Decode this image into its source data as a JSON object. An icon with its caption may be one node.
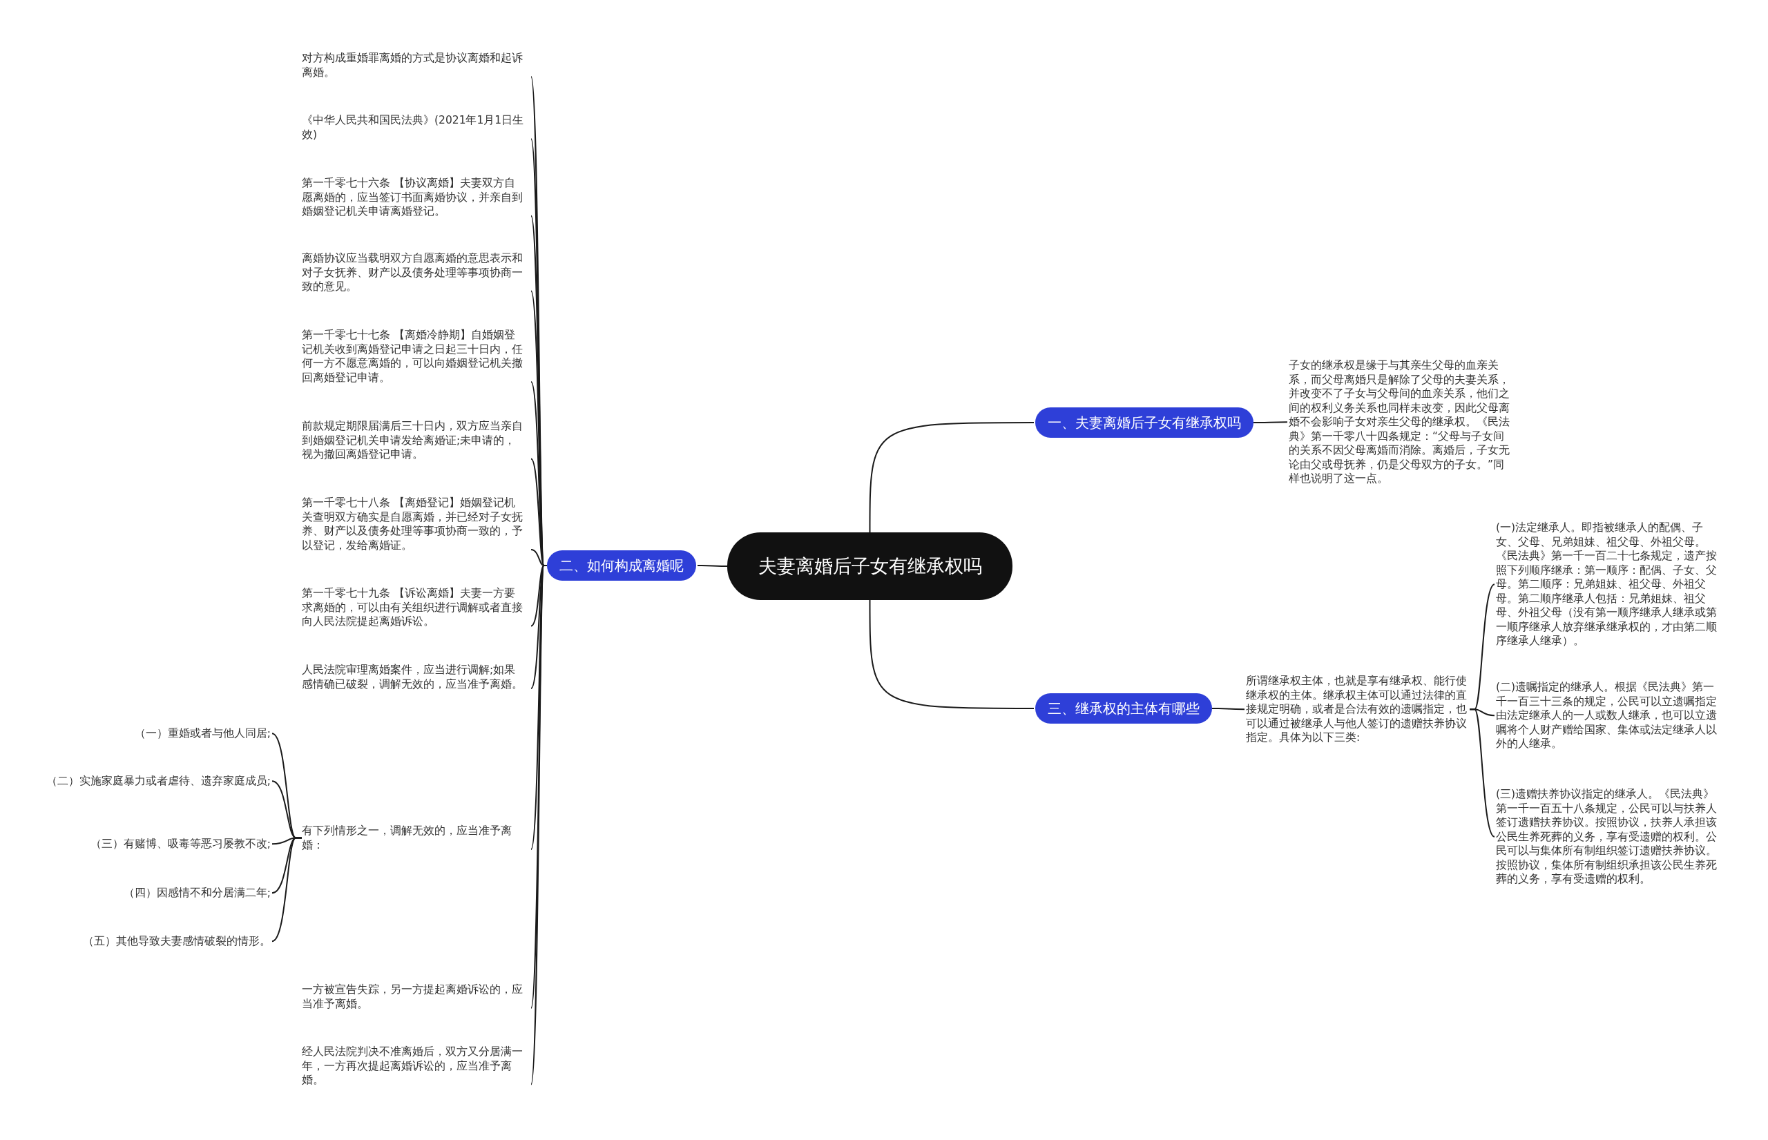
{
  "diagram": {
    "nodes": [
      {
        "text": [
          "夫妻离婚后子女有继承权吗"
        ]
      },
      {
        "text": [
          "一、夫妻离婚后子女有继承权吗"
        ]
      },
      {
        "text": [
          "子女的继承权是缘于与其亲生父母的血亲关系，而父母离婚只是解除了父母的夫妻关系，并改变不了子女与父母间的血亲关系，他们之间的权利义务关系也同样未改变，因此父母离婚不会影响子女对亲生父母的继承权。《民法典》第一千零八十四条规定：“父母与子女间的关系不因父母离婚而消除。离婚后，子女无论由父或母抚养，仍是父母双方的子女。”同样也说明了这一点。"
        ]
      },
      {
        "text": [
          "二、如何构成离婚呢"
        ]
      },
      {
        "text": [
          "对方构成重婚罪离婚的方式是协议离婚和起诉离婚。"
        ]
      },
      {
        "text": [
          "《中华人民共和国民法典》(2021年1月1日生效)"
        ]
      },
      {
        "text": [
          "第一千零七十六条 【协议离婚】夫妻双方自愿离婚的，应当签订书面离婚协议，并亲自到婚姻登记机关申请离婚登记。"
        ]
      },
      {
        "text": [
          "离婚协议应当载明双方自愿离婚的意思表示和对子女抚养、财产以及债务处理等事项协商一致的意见。"
        ]
      },
      {
        "text": [
          "第一千零七十七条 【离婚冷静期】自婚姻登记机关收到离婚登记申请之日起三十日内，任何一方不愿意离婚的，可以向婚姻登记机关撤回离婚登记申请。"
        ]
      },
      {
        "text": [
          "前款规定期限届满后三十日内，双方应当亲自到婚姻登记机关申请发给离婚证;未申请的，视为撤回离婚登记申请。"
        ]
      },
      {
        "text": [
          "第一千零七十八条 【离婚登记】婚姻登记机关查明双方确实是自愿离婚，并已经对子女抚养、财产以及债务处理等事项协商一致的，予以登记，发给离婚证。"
        ]
      },
      {
        "text": [
          "第一千零七十九条 【诉讼离婚】夫妻一方要求离婚的，可以由有关组织进行调解或者直接向人民法院提起离婚诉讼。"
        ]
      },
      {
        "text": [
          "人民法院审理离婚案件，应当进行调解;如果感情确已破裂，调解无效的，应当准予离婚。"
        ]
      },
      {
        "text": [
          "有下列情形之一，调解无效的，应当准予离婚："
        ]
      },
      {
        "text": [
          "一方被宣告失踪，另一方提起离婚诉讼的，应当准予离婚。"
        ]
      },
      {
        "text": [
          "经人民法院判决不准离婚后，双方又分居满一年，一方再次提起离婚诉讼的，应当准予离婚。"
        ]
      },
      {
        "text": [
          "（一）重婚或者与他人同居;"
        ]
      },
      {
        "text": [
          "（二）实施家庭暴力或者虐待、遗弃家庭成员;"
        ]
      },
      {
        "text": [
          "（三）有赌博、吸毒等恶习屡教不改;"
        ]
      },
      {
        "text": [
          "（四）因感情不和分居满二年;"
        ]
      },
      {
        "text": [
          "（五）其他导致夫妻感情破裂的情形。"
        ]
      },
      {
        "text": [
          "三、继承权的主体有哪些"
        ]
      },
      {
        "text": [
          "所谓继承权主体，也就是享有继承权、能行使继承权的主体。继承权主体可以通过法律的直接规定明确，或者是合法有效的遗嘱指定，也可以通过被继承人与他人签订的遗赠扶养协议指定。具体为以下三类:"
        ]
      },
      {
        "text": [
          "(一)法定继承人。即指被继承人的配偶、子女、父母、兄弟姐妹、祖父母、外祖父母。《民法典》第一千一百二十七条规定，遗产按照下列顺序继承：第一顺序：配偶、子女、父母。第二顺序：兄弟姐妹、祖父母、外祖父母。第二顺序继承人包括：兄弟姐妹、祖父母、外祖父母（没有第一顺序继承人继承或第一顺序继承人放弃继承继承权的，才由第二顺序继承人继承）。"
        ]
      },
      {
        "text": [
          "(二)遗嘱指定的继承人。根据《民法典》第一千一百三十三条的规定，公民可以立遗嘱指定由法定继承人的一人或数人继承，也可以立遗嘱将个人财产赠给国家、集体或法定继承人以外的人继承。"
        ]
      },
      {
        "text": [
          "(三)遗赠扶养协议指定的继承人。《民法典》第一千一百五十八条规定，公民可以与扶养人签订遗赠扶养协议。按照协议，扶养人承担该公民生养死葬的义务，享有受遗赠的权利。公民可以与集体所有制组织签订遗赠扶养协议。按照协议，集体所有制组织承担该公民生养死葬的义务，享有受遗赠的权利。"
        ]
      }
    ],
    "edges": [
      {
        "from": 0,
        "to": 1,
        "arrow": "none"
      },
      {
        "from": 1,
        "to": 2,
        "arrow": "none"
      },
      {
        "from": 0,
        "to": 3,
        "arrow": "none"
      },
      {
        "from": 3,
        "to": 4,
        "arrow": "none"
      },
      {
        "from": 3,
        "to": 5,
        "arrow": "none"
      },
      {
        "from": 3,
        "to": 6,
        "arrow": "none"
      },
      {
        "from": 3,
        "to": 7,
        "arrow": "none"
      },
      {
        "from": 3,
        "to": 8,
        "arrow": "none"
      },
      {
        "from": 3,
        "to": 9,
        "arrow": "none"
      },
      {
        "from": 3,
        "to": 10,
        "arrow": "none"
      },
      {
        "from": 3,
        "to": 11,
        "arrow": "none"
      },
      {
        "from": 3,
        "to": 12,
        "arrow": "none"
      },
      {
        "from": 3,
        "to": 13,
        "arrow": "none"
      },
      {
        "from": 3,
        "to": 14,
        "arrow": "none"
      },
      {
        "from": 3,
        "to": 15,
        "arrow": "none"
      },
      {
        "from": 13,
        "to": 16,
        "arrow": "none"
      },
      {
        "from": 13,
        "to": 17,
        "arrow": "none"
      },
      {
        "from": 13,
        "to": 18,
        "arrow": "none"
      },
      {
        "from": 13,
        "to": 19,
        "arrow": "none"
      },
      {
        "from": 13,
        "to": 20,
        "arrow": "none"
      },
      {
        "from": 0,
        "to": 21,
        "arrow": "none"
      },
      {
        "from": 21,
        "to": 22,
        "arrow": "none"
      },
      {
        "from": 22,
        "to": 23,
        "arrow": "none"
      },
      {
        "from": 22,
        "to": 24,
        "arrow": "none"
      },
      {
        "from": 22,
        "to": 25,
        "arrow": "none"
      }
    ]
  }
}
